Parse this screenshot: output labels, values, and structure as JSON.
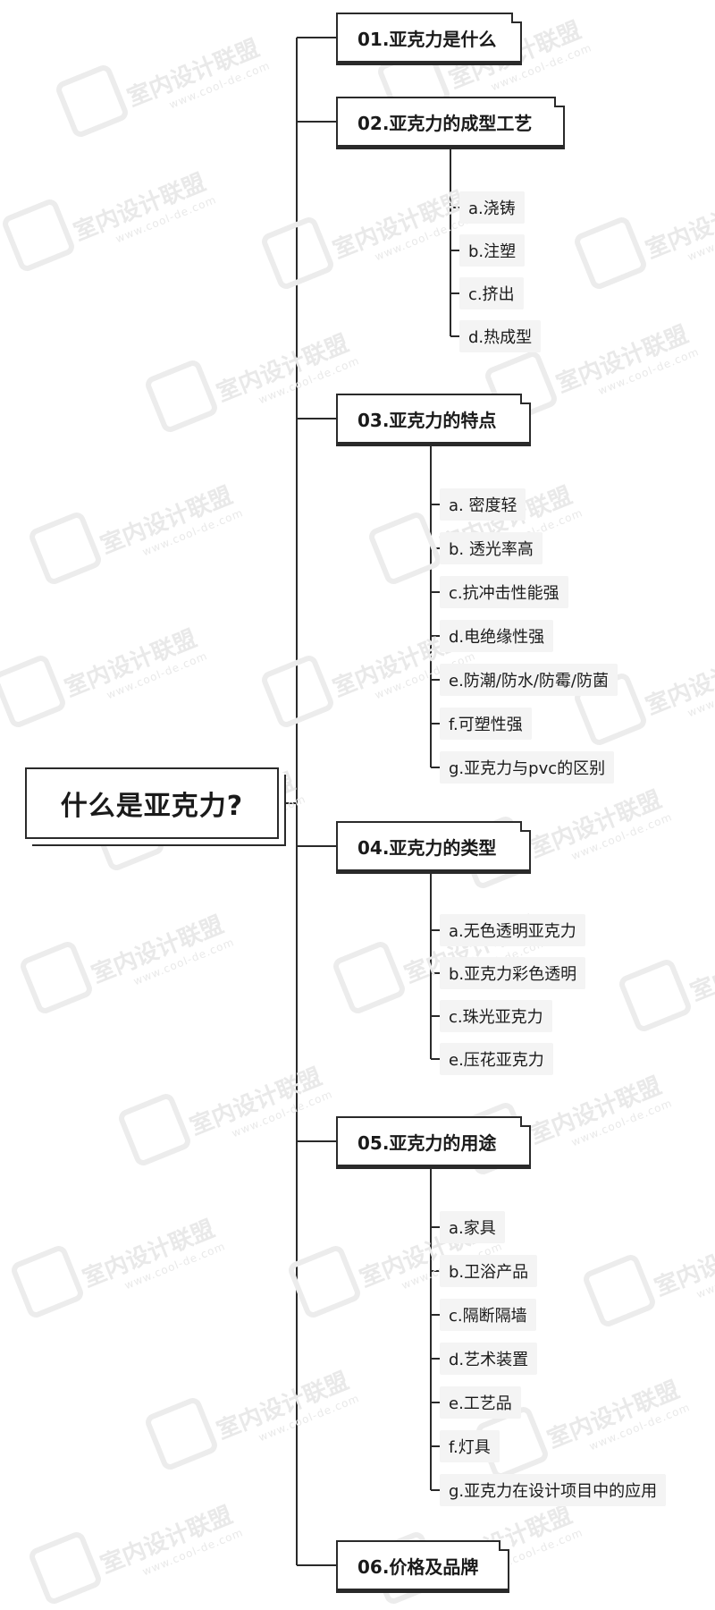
{
  "root": "什么是亚克力?",
  "topics": [
    {
      "label": "01.亚克力是什么",
      "children": []
    },
    {
      "label": "02.亚克力的成型工艺",
      "children": [
        "a.浇铸",
        "b.注塑",
        "c.挤出",
        "d.热成型"
      ]
    },
    {
      "label": "03.亚克力的特点",
      "children": [
        "a. 密度轻",
        "b. 透光率高",
        "c.抗冲击性能强",
        "d.电绝缘性强",
        "e.防潮/防水/防霉/防菌",
        "f.可塑性强",
        "g.亚克力与pvc的区别"
      ]
    },
    {
      "label": "04.亚克力的类型",
      "children": [
        "a.无色透明亚克力",
        "b.亚克力彩色透明",
        "c.珠光亚克力",
        "e.压花亚克力"
      ]
    },
    {
      "label": "05.亚克力的用途",
      "children": [
        "a.家具",
        "b.卫浴产品",
        "c.隔断隔墙",
        "d.艺术装置",
        "e.工艺品",
        "f.灯具",
        "g.亚克力在设计项目中的应用"
      ]
    },
    {
      "label": "06.价格及品牌",
      "children": []
    }
  ],
  "watermark": {
    "text": "室内设计联盟",
    "url": "www.cool-de.com"
  },
  "colors": {
    "line": "#2a2a2a",
    "node_fill": "#ffffff",
    "sub_fill": "#f4f4f4",
    "watermark": "#e9e9e9"
  }
}
